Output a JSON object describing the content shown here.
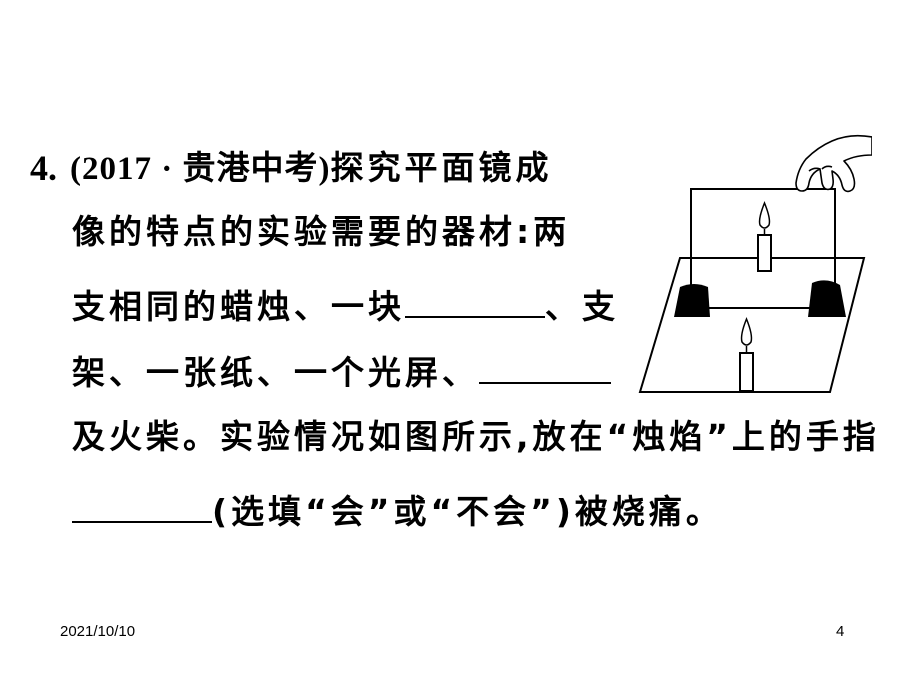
{
  "question": {
    "number": "4.",
    "source": "(2017 · 贵港中考)",
    "line1_text": "探究平面镜成",
    "line2": "像的特点的实验需要的器材:两",
    "line3_a": "支相同的蜡烛、一块",
    "line3_b": "、支",
    "line4_a": "架、一张纸、一个光屏、",
    "line5": "及火柴。实验情况如图所示,放在“烛焰”上的手指",
    "line6_b": "(选填“会”或“不会”)被烧痛。"
  },
  "footer": {
    "date": "2021/10/10",
    "page": "4"
  }
}
